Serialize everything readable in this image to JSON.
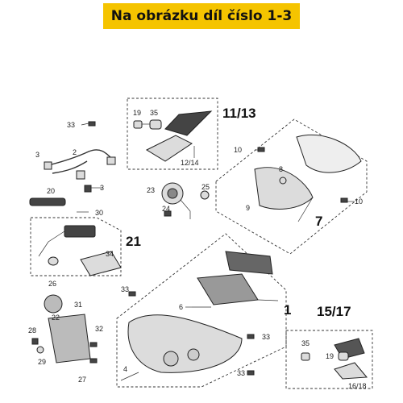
{
  "banner": {
    "text": "Na obrázku díl číslo 1-3"
  },
  "callouts": {
    "c1": "1",
    "c2": "2",
    "c3a": "3",
    "c3b": "3",
    "c4": "4",
    "c6": "6",
    "c7": "7",
    "c8": "8",
    "c9": "9",
    "c10a": "10",
    "c10b": "10",
    "c1113": "11/13",
    "c1214": "12/14",
    "c1517": "15/17",
    "c1618": "16/18",
    "c19a": "19",
    "c19b": "19",
    "c20": "20",
    "c21": "21",
    "c22": "22",
    "c23": "23",
    "c24": "24",
    "c25": "25",
    "c26": "26",
    "c27": "27",
    "c28": "28",
    "c29": "29",
    "c30": "30",
    "c31": "31",
    "c32": "32",
    "c33a": "33",
    "c33b": "33",
    "c33c": "33",
    "c33d": "33",
    "c34": "34",
    "c35a": "35",
    "c35b": "35"
  },
  "colors": {
    "banner_bg": "#f5c400"
  }
}
